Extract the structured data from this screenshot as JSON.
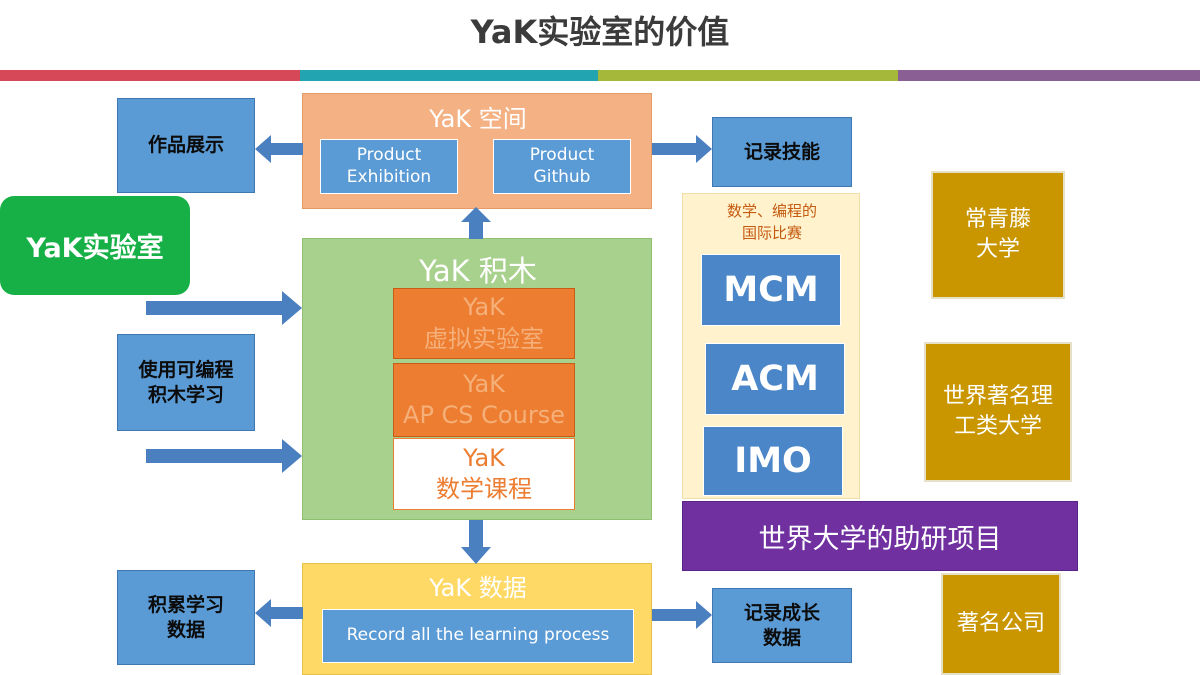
{
  "title": "YaK实验室的价值",
  "colors": {
    "bar": [
      "#d64857",
      "#23a5b1",
      "#a5b83a",
      "#8a6094"
    ],
    "blue_box": "#5b9bd5",
    "green_badge": "#17b046",
    "space_bg": "#f4b183",
    "blocks_bg": "#a9d18e",
    "data_bg": "#ffd966",
    "orange_slab": "#ed7d31",
    "mustard": "#c99600",
    "purple": "#7030a0",
    "competition_panel": "#fff2cc"
  },
  "left": {
    "works": "作品展示",
    "lab_badge": "YaK实验室",
    "learn_blocks": [
      "使用可编程",
      "积木学习"
    ],
    "accumulate": [
      "积累学习",
      "数据"
    ]
  },
  "space": {
    "title": "YaK 空间",
    "items": [
      {
        "lines": [
          "Product",
          "Exhibition"
        ]
      },
      {
        "lines": [
          "Product",
          "Github"
        ]
      }
    ]
  },
  "blocks": {
    "title": "YaK 积木",
    "slabs": [
      {
        "lines": [
          "YaK",
          "虚拟实验室"
        ]
      },
      {
        "lines": [
          "YaK",
          "AP CS Course"
        ]
      },
      {
        "lines": [
          "YaK",
          "数学课程"
        ]
      }
    ]
  },
  "data_section": {
    "title": "YaK 数据",
    "inner": "Record all the learning process"
  },
  "right": {
    "record_skills": "记录技能",
    "record_growth": [
      "记录成长",
      "数据"
    ],
    "competition_title": [
      "数学、编程的",
      "国际比赛"
    ],
    "competitions": [
      "MCM",
      "ACM",
      "IMO"
    ],
    "research": "世界大学的助研项目",
    "ivy": [
      "常青藤",
      "大学"
    ],
    "science": [
      "世界著名理",
      "工类大学"
    ],
    "companies": "著名公司"
  },
  "icons": {
    "arrow": "arrow-icon"
  }
}
